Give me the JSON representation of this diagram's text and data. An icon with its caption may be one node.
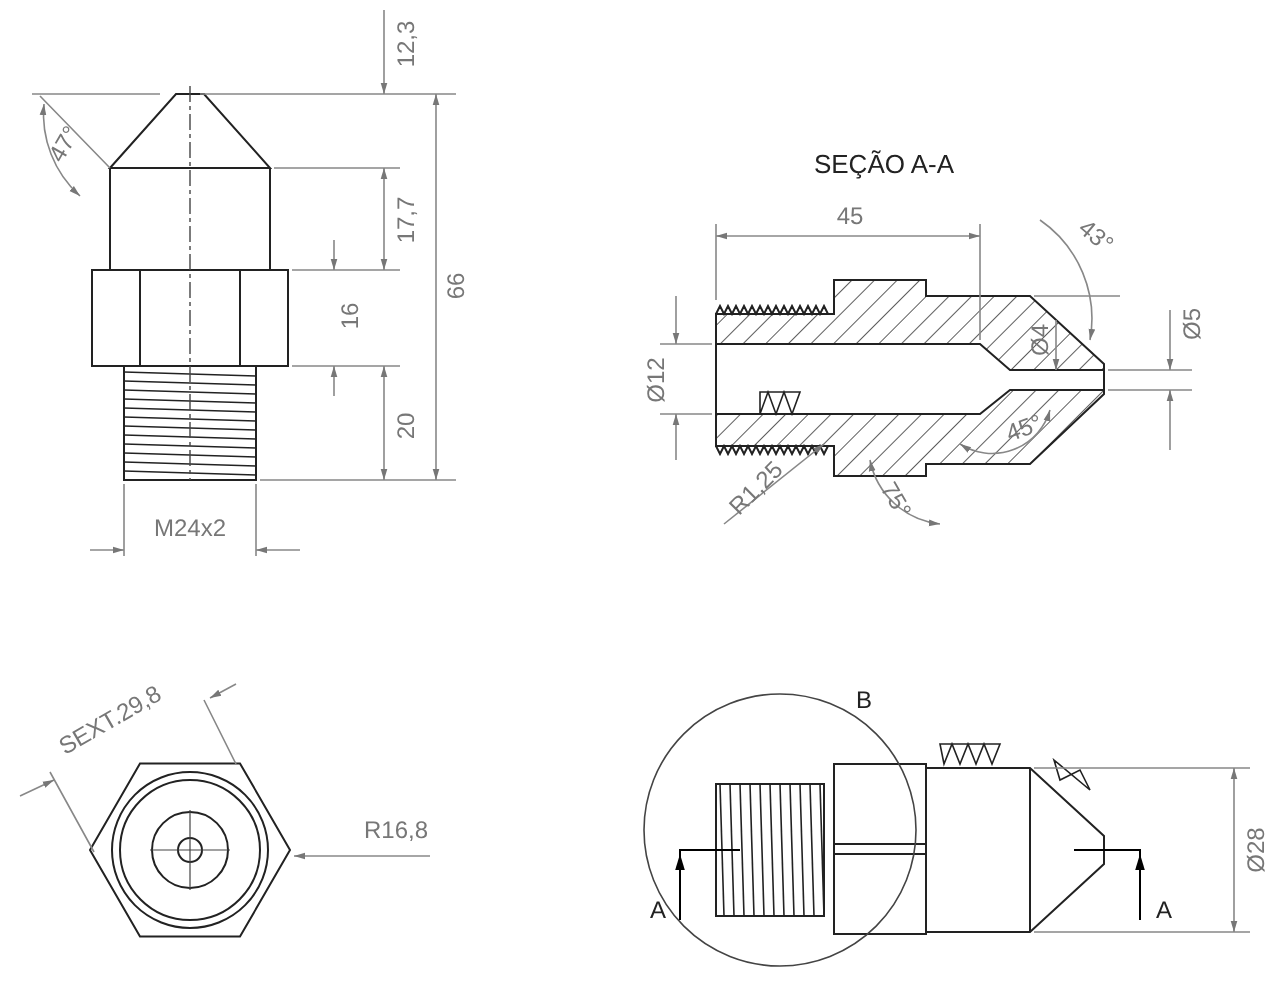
{
  "diagram": {
    "title": "SEÇÃO A-A",
    "labels": [
      "12,3",
      "47°",
      "17,7",
      "16",
      "66",
      "20",
      "M24x2",
      "45",
      "43°",
      "Ø12",
      "Ø4",
      "Ø5",
      "45°",
      "R1,25",
      "75°",
      "SEXT.29,8",
      "R16,8",
      "B",
      "A",
      "A",
      "Ø28"
    ]
  }
}
